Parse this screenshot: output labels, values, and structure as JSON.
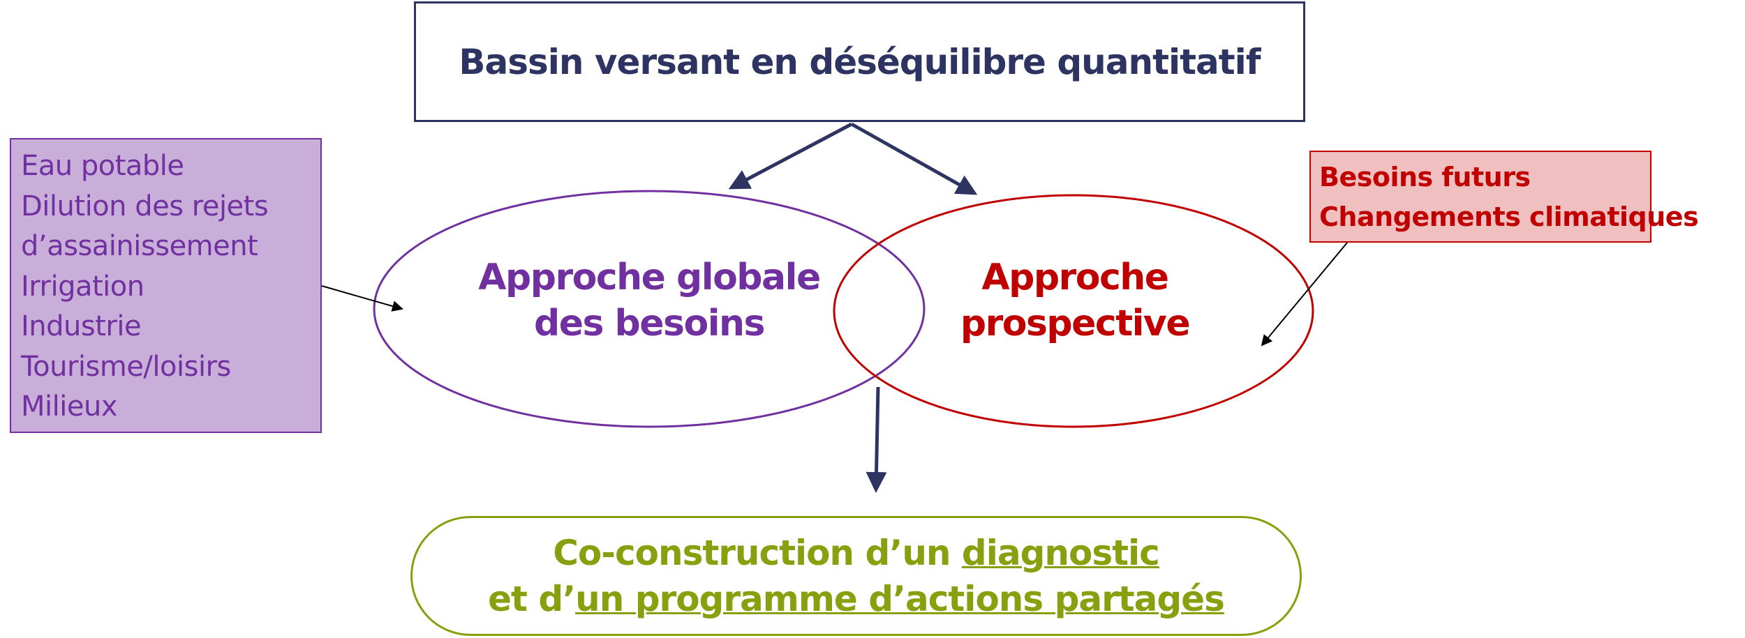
{
  "title": "Bassin versant en déséquilibre quantitatif",
  "needs_box": {
    "items": [
      "Eau potable",
      "Dilution des rejets",
      "d’assainissement",
      "Irrigation",
      "Industrie",
      "Tourisme/loisirs",
      "Milieux"
    ]
  },
  "future_box": {
    "items": [
      "Besoins futurs",
      "Changements climatiques"
    ]
  },
  "left_ellipse": {
    "line1": "Approche globale",
    "line2": "des besoins"
  },
  "right_ellipse": {
    "line1": "Approche",
    "line2": "prospective"
  },
  "result": {
    "line1_prefix": "Co-construction d’un ",
    "line1_underlined": "diagnostic",
    "line2_prefix": "et d’",
    "line2_underlined": "un programme d’actions partagés"
  },
  "colors": {
    "navy": "#2e3461",
    "purple": "#7030a0",
    "red": "#c00000",
    "green": "#86a00e"
  }
}
